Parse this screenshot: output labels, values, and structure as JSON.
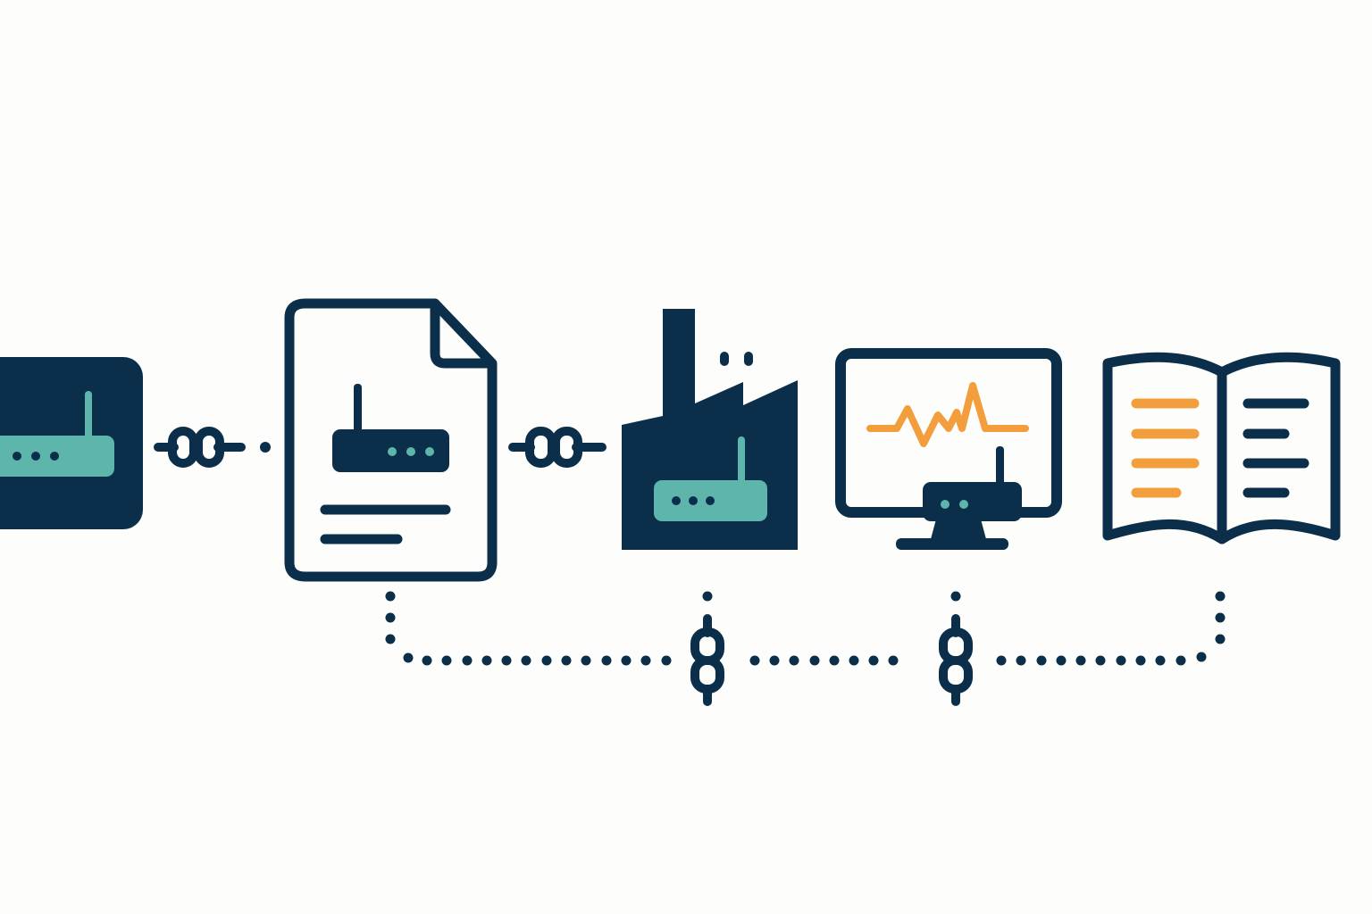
{
  "colors": {
    "background": "#FDFDFB",
    "navy": "#0B2F4B",
    "teal": "#5DB5AC",
    "orange": "#F29E3C",
    "white": "#FFFFFF"
  },
  "nodes": [
    {
      "id": "router-device",
      "icon": "router-icon"
    },
    {
      "id": "device-document",
      "icon": "document-router-icon"
    },
    {
      "id": "manufacturer",
      "icon": "factory-router-icon"
    },
    {
      "id": "monitoring-station",
      "icon": "monitor-router-icon"
    },
    {
      "id": "manual",
      "icon": "open-book-icon"
    }
  ],
  "links": [
    {
      "from": "router-device",
      "to": "device-document",
      "style": "chain"
    },
    {
      "from": "device-document",
      "to": "manufacturer",
      "style": "chain"
    },
    {
      "from": "device-document",
      "to": "manual",
      "style": "dotted-chain"
    },
    {
      "from": "manufacturer",
      "to": "dotted-bus",
      "style": "dotted-chain"
    },
    {
      "from": "monitoring-station",
      "to": "dotted-bus",
      "style": "dotted-chain"
    }
  ]
}
